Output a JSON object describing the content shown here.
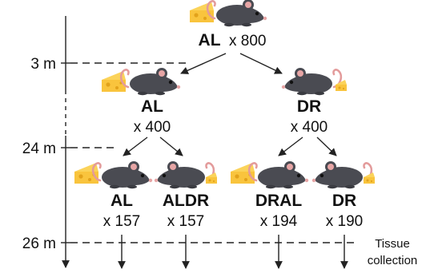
{
  "timepoints": {
    "t1": "3 m",
    "t2": "24 m",
    "t3": "26 m"
  },
  "top_group": {
    "diet": "AL",
    "count": "x 800"
  },
  "mid_groups": [
    {
      "diet": "AL",
      "count": "x 400"
    },
    {
      "diet": "DR",
      "count": "x 400"
    }
  ],
  "final_groups": [
    {
      "diet": "AL",
      "count": "x 157"
    },
    {
      "diet": "ALDR",
      "count": "x 157"
    },
    {
      "diet": "DRAL",
      "count": "x 194"
    },
    {
      "diet": "DR",
      "count": "x 190"
    }
  ],
  "endpoint": {
    "line1": "Tissue",
    "line2": "collection"
  },
  "icons": {
    "cheese_large": "cheese-large-icon",
    "cheese_small": "cheese-small-icon",
    "mouse": "mouse-icon"
  },
  "colors": {
    "cheese_fill": "#F9C43D",
    "cheese_holes": "#E2A21B",
    "mouse_body": "#4A4B52",
    "mouse_ear": "#E7A5A5",
    "tail": "#E39B9B",
    "line": "#222222"
  }
}
